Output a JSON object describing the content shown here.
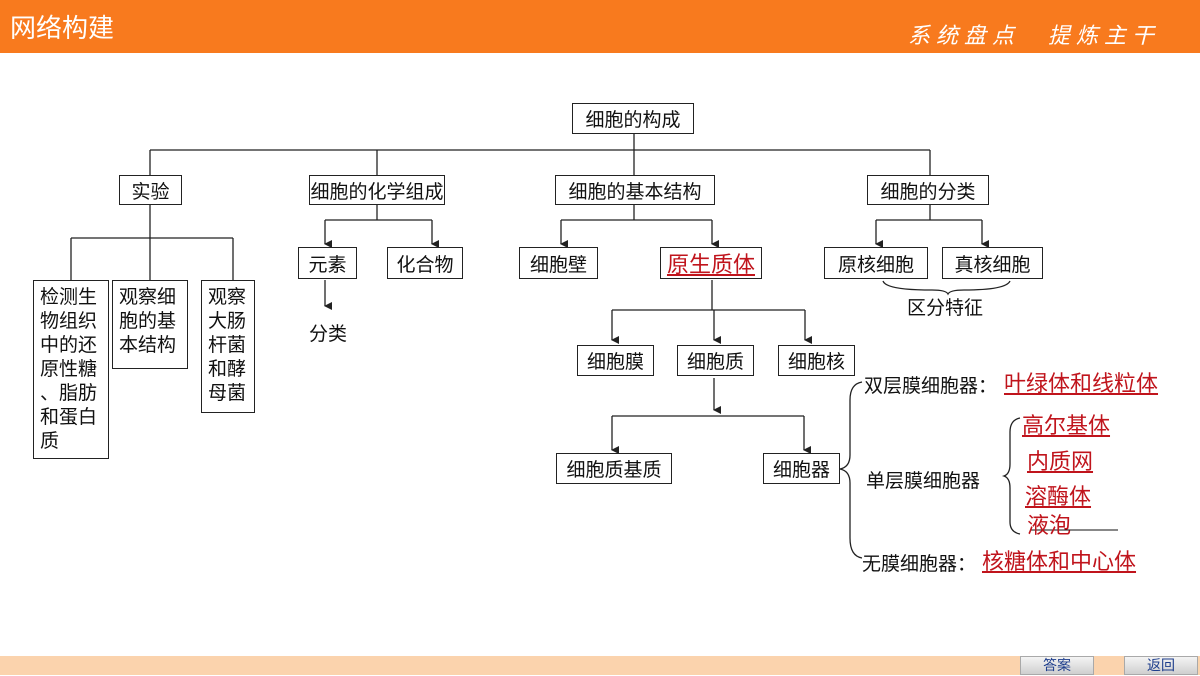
{
  "header": {
    "title": "网络构建",
    "slogan": "系统盘点　提炼主干"
  },
  "footer": {
    "answer_button": "答案",
    "back_button": "返回"
  },
  "diagram": {
    "root": "细胞的构成",
    "level1": [
      "实验",
      "细胞的化学组成",
      "细胞的基本结构",
      "细胞的分类"
    ],
    "experiments": [
      "检测生\n物组织\n中的还\n原性糖\n、脂肪\n和蛋白\n质",
      "观察细\n胞的基\n本结构",
      "观察\n大肠\n杆菌\n和酵\n母菌"
    ],
    "chemical": {
      "elements": "元素",
      "compounds": "化合物",
      "classification": "分类"
    },
    "structure": {
      "cell_wall": "细胞壁",
      "protoplast": "原生质体",
      "membrane": "细胞膜",
      "cytoplasm": "细胞质",
      "nucleus": "细胞核",
      "matrix": "细胞质基质",
      "organelles": "细胞器"
    },
    "classification": {
      "prokaryote": "原核细胞",
      "eukaryote": "真核细胞",
      "feature": "区分特征"
    },
    "organelles": {
      "double_label": "双层膜细胞器：",
      "double_answer": "叶绿体和线粒体",
      "single_label": "单层膜细胞器",
      "single_answers": [
        "高尔基体",
        "内质网",
        "溶酶体",
        "液泡"
      ],
      "none_label": "无膜细胞器：",
      "none_answer": "核糖体和中心体"
    }
  }
}
